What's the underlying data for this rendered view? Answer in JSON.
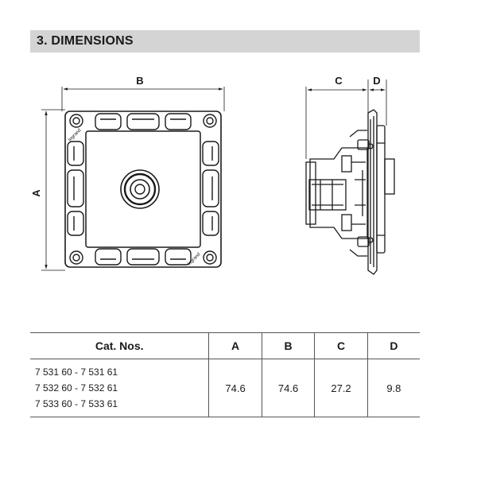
{
  "section": {
    "title": "3. DIMENSIONS"
  },
  "drawing": {
    "labels": {
      "a": "A",
      "b": "B",
      "c": "C",
      "d": "D"
    },
    "logo_text": "legrand"
  },
  "table": {
    "headers": [
      "Cat. Nos.",
      "A",
      "B",
      "C",
      "D"
    ],
    "rows": [
      {
        "cat_nos": [
          "7 531 60 - 7 531 61",
          "7 532 60 - 7 532 61",
          "7 533 60 - 7 533 61"
        ],
        "a": "74.6",
        "b": "74.6",
        "c": "27.2",
        "d": "9.8"
      }
    ]
  }
}
